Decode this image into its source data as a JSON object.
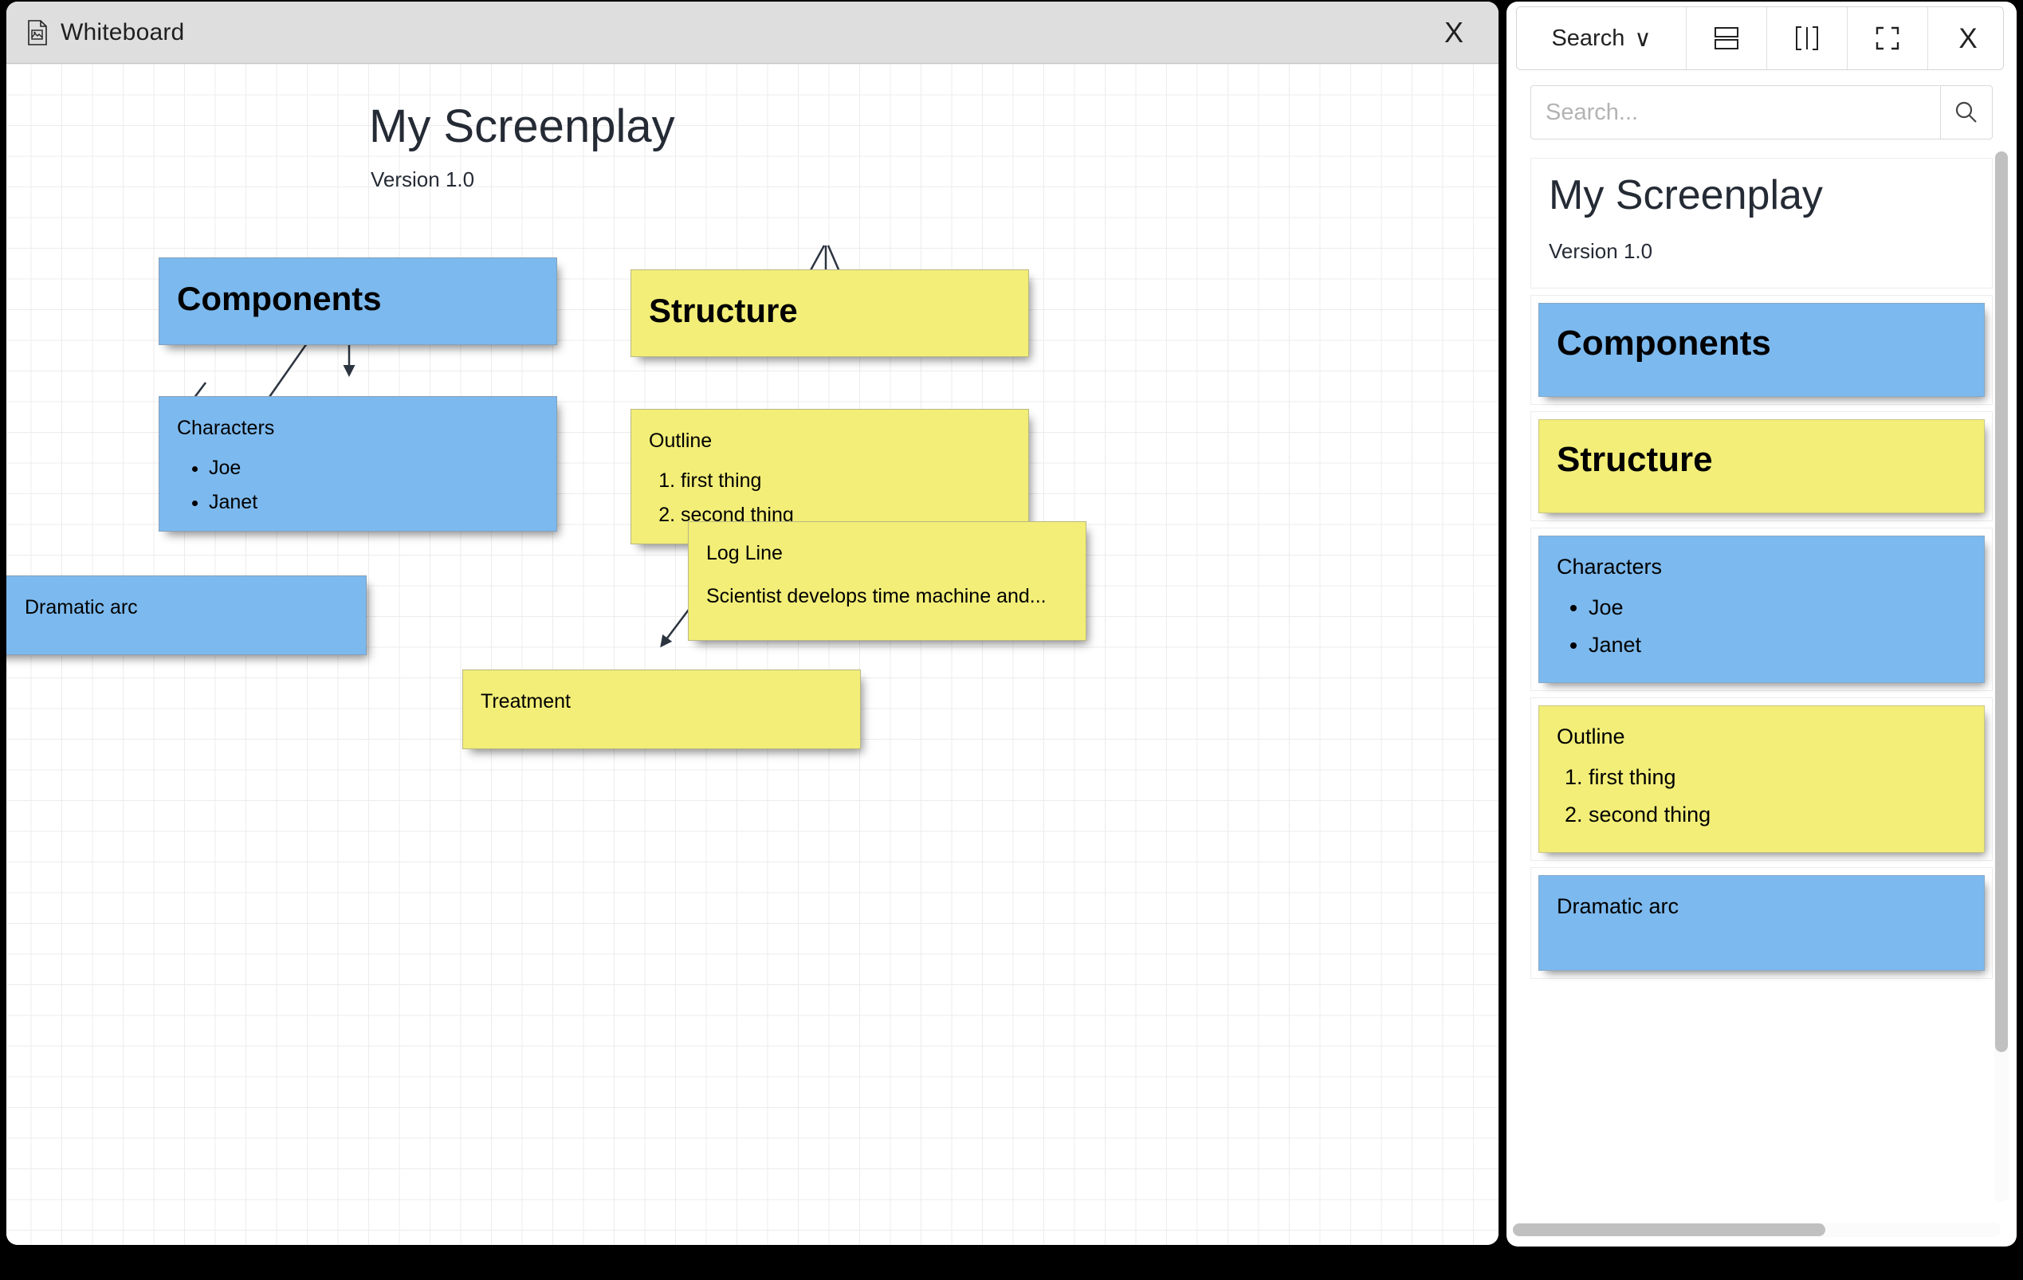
{
  "window": {
    "title": "Whiteboard",
    "title_icon": "document-image-icon",
    "close_label": "X"
  },
  "canvas": {
    "title": "My Screenplay",
    "subtitle": "Version 1.0",
    "nodes": [
      {
        "id": "components",
        "title": "Components",
        "color": "blue",
        "style": "big"
      },
      {
        "id": "structure",
        "title": "Structure",
        "color": "yellow",
        "style": "big"
      },
      {
        "id": "characters",
        "title": "Characters",
        "color": "blue",
        "style": "small",
        "bullets": [
          "Joe",
          "Janet"
        ]
      },
      {
        "id": "outline",
        "title": "Outline",
        "color": "yellow",
        "style": "small",
        "numbered": [
          "first thing",
          "second thing"
        ]
      },
      {
        "id": "dramatic-arc",
        "title": "Dramatic arc",
        "clipped_title": "ramatic arc",
        "color": "blue",
        "style": "small"
      },
      {
        "id": "log-line",
        "title": "Log Line",
        "color": "yellow",
        "style": "small",
        "body": "Scientist develops time machine and..."
      },
      {
        "id": "treatment",
        "title": "Treatment",
        "color": "yellow",
        "style": "small"
      }
    ]
  },
  "panel": {
    "toolbar": {
      "search_label": "Search",
      "search_caret": "∨",
      "split_horizontal_icon": "split-horizontal-icon",
      "split_vertical_icon": "split-vertical-icon",
      "expand_icon": "fullscreen-icon",
      "close_icon": "close-icon",
      "close_label": "X"
    },
    "search": {
      "value": "",
      "placeholder": "Search...",
      "button_icon": "search-icon"
    },
    "header": {
      "title": "My Screenplay",
      "subtitle": "Version 1.0"
    },
    "cards": [
      {
        "title": "Components",
        "color": "blue",
        "style": "big"
      },
      {
        "title": "Structure",
        "color": "yellow",
        "style": "big"
      },
      {
        "title": "Characters",
        "color": "blue",
        "style": "small",
        "bullets": [
          "Joe",
          "Janet"
        ]
      },
      {
        "title": "Outline",
        "color": "yellow",
        "style": "small",
        "numbered": [
          "first thing",
          "second thing"
        ]
      },
      {
        "title": "Dramatic arc",
        "color": "blue",
        "style": "small"
      }
    ]
  },
  "colors": {
    "blue": "#7cb9ee",
    "yellow": "#f2ee78",
    "connector": "#2c3440",
    "titlebar": "#dedede",
    "text_dark": "#252b35"
  }
}
